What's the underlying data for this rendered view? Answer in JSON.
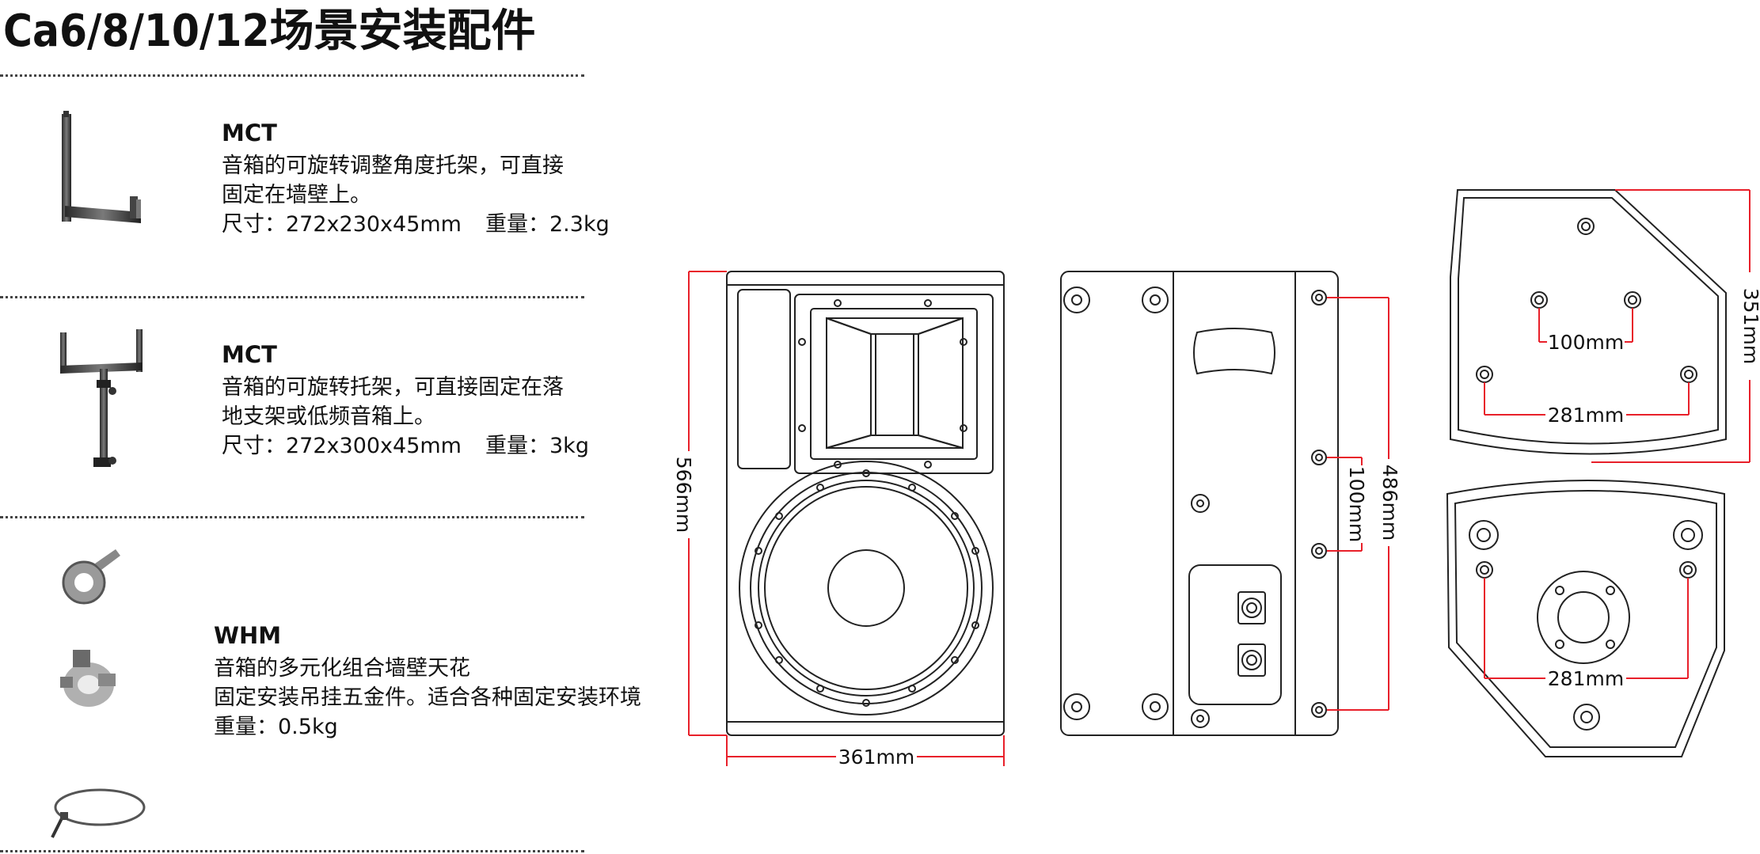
{
  "title": "Ca6/8/10/12场景安装配件",
  "products": [
    {
      "name": "MCT",
      "lines": [
        "音箱的可旋转调整角度托架，可直接",
        "固定在墙壁上。"
      ],
      "size": "尺寸：272x230x45mm",
      "weight": "重量：2.3kg"
    },
    {
      "name": "MCT",
      "lines": [
        "音箱的可旋转托架，可直接固定在落",
        "地支架或低频音箱上。"
      ],
      "size": "尺寸：272x300x45mm",
      "weight": "重量：3kg"
    },
    {
      "name": "WHM",
      "lines": [
        "音箱的多元化组合墙壁天花",
        "固定安装吊挂五金件。适合各种固定安装环境"
      ],
      "weight": "重量：0.5kg"
    }
  ],
  "dimensions": {
    "front_height": "566mm",
    "front_width": "361mm",
    "side_height": "486mm",
    "side_spacing": "100mm",
    "top_depth": "351mm",
    "top_spacing_small": "100mm",
    "top_spacing_large": "281mm",
    "bottom_spacing": "281mm"
  },
  "colors": {
    "dimension_line": "#e8202a",
    "outline": "#222222"
  }
}
